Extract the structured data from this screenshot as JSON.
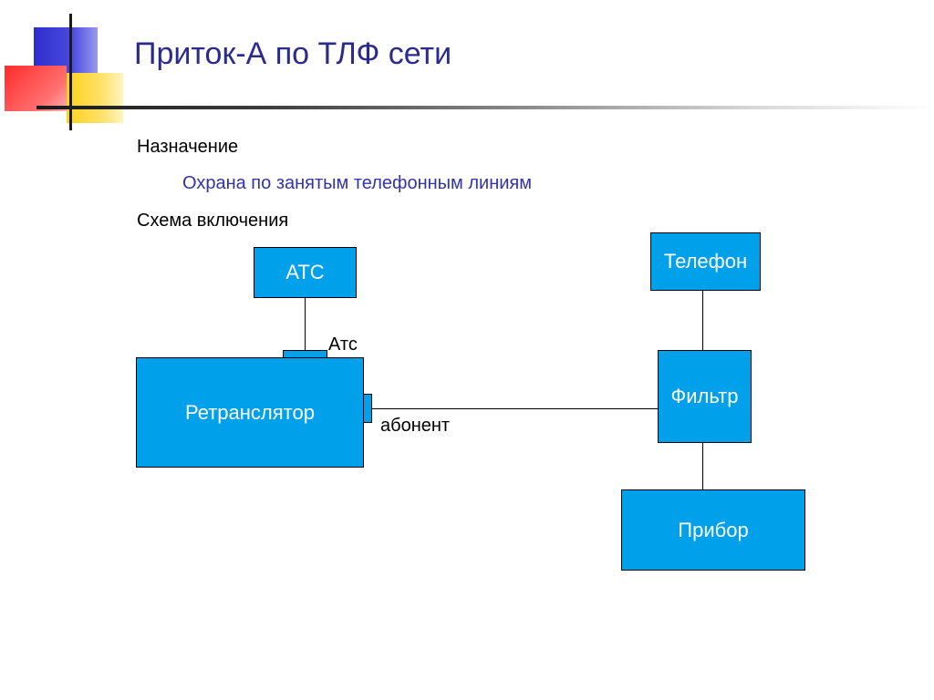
{
  "slide": {
    "title": "Приток-А по ТЛФ сети",
    "purpose_heading": "Назначение",
    "purpose_text": "Охрана по занятым телефонным линиям",
    "scheme_heading": "Схема включения"
  },
  "diagram": {
    "ats_box": "АТС",
    "phone_box": "Телефон",
    "relay_box": "Ретранслятор",
    "filter_box": "Фильтр",
    "device_box": "Прибор",
    "port_ats_label": "Атс",
    "port_subscriber_label": "абонент"
  },
  "colors": {
    "box_fill": "#00a0ea",
    "title_color": "#2b2b8f",
    "accent_text": "#3333aa"
  }
}
